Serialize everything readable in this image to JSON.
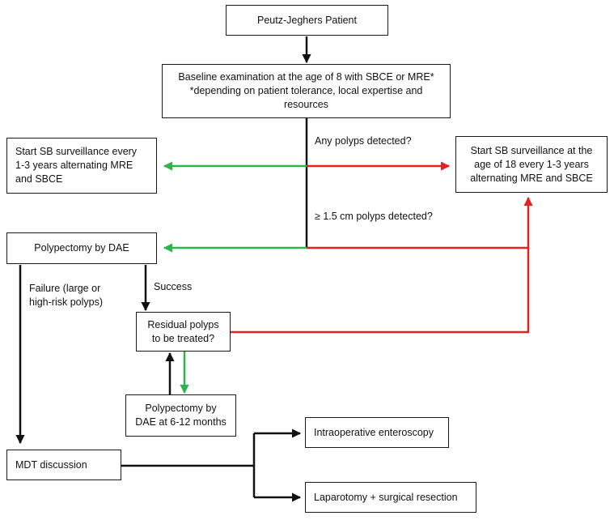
{
  "colors": {
    "line": "#111111",
    "yes": "#e52222",
    "no": "#2db44a"
  },
  "boxes": {
    "patient": {
      "text": "Peutz-Jeghers Patient"
    },
    "baseline": {
      "lines": [
        "Baseline examination at the age of 8 with SBCE or MRE*",
        "*depending on patient tolerance, local expertise and",
        "resources"
      ]
    },
    "start_sb_left": {
      "lines": [
        "Start SB surveillance every",
        "1-3 years alternating MRE",
        "and SBCE"
      ]
    },
    "start_sb_right": {
      "lines": [
        "Start SB surveillance at the",
        "age of 18 every 1-3 years",
        "alternating MRE and SBCE"
      ]
    },
    "polypectomy_dae": {
      "text": "Polypectomy by DAE"
    },
    "residual": {
      "lines": [
        "Residual polyps",
        "to be treated?"
      ]
    },
    "polypectomy_6_12": {
      "lines": [
        "Polypectomy by",
        "DAE at 6-12 months"
      ]
    },
    "mdt": {
      "text": "MDT discussion"
    },
    "intraop": {
      "text": "Intraoperative enteroscopy"
    },
    "laparotomy": {
      "text": "Laparotomy + surgical resection"
    }
  },
  "labels": {
    "any_polyps": "Any polyps detected?",
    "big_polyps": "≥ 1.5 cm polyps detected?",
    "failure": [
      "Failure (large or",
      "high-risk polyps)"
    ],
    "success": "Success"
  }
}
